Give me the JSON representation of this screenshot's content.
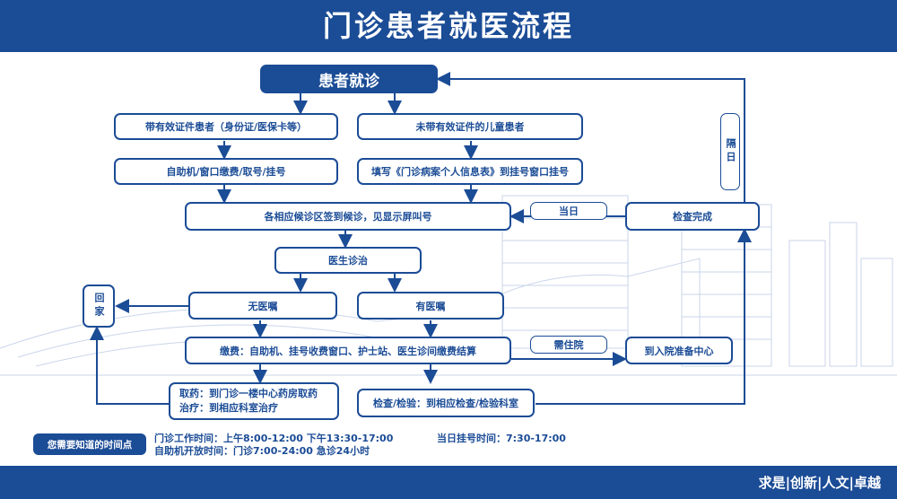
{
  "header": {
    "title": "门诊患者就医流程"
  },
  "footer": {
    "motto": "求是|创新|人文|卓越"
  },
  "flow": {
    "start": "患者就诊",
    "with_id": "带有效证件患者（身份证/医保卡等）",
    "child_no_id": "未带有效证件的儿童患者",
    "self_service": "自助机/窗口缴费/取号/挂号",
    "fill_form": "填写《门诊病案个人信息表》到挂号窗口挂号",
    "wait_area": "各相应候诊区签到候诊，见显示屏叫号",
    "exam_done": "检查完成",
    "same_day": "当日",
    "next_day": "隔日",
    "doctor": "医生诊治",
    "no_order": "无医嘱",
    "has_order": "有医嘱",
    "go_home": "回家",
    "payment": "缴费：自助机、挂号收费窗口、护士站、医生诊间缴费结算",
    "need_admit": "需住院",
    "admission_center": "到入院准备中心",
    "medicine": "取药：到门诊一楼中心药房取药",
    "treatment": "治疗：到相应科室治疗",
    "exam": "检查/检验：到相应检查/检验科室"
  },
  "info": {
    "badge": "您需要知道的时间点",
    "line1_a": "门诊工作时间：上午8:00-12:00 下午13:30-17:00",
    "line1_b": "当日挂号时间：7:30-17:00",
    "line2": "自助机开放时间：门诊7:00-24:00 急诊24小时"
  },
  "colors": {
    "primary": "#1b4c96",
    "background": "#ffffff"
  }
}
